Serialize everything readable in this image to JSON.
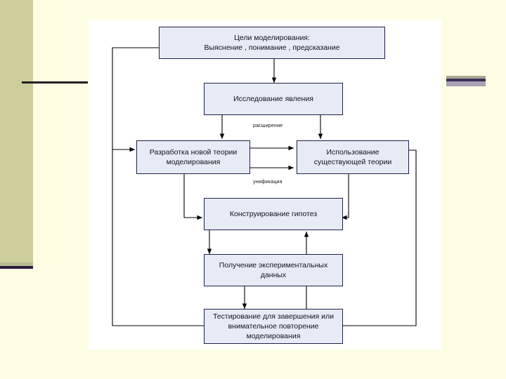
{
  "slide": {
    "background_color": "#fdfde4",
    "sidebar_color": "#cdce9b",
    "rule_color": "#231f20",
    "panel_color": "#ffffff",
    "accent_bar_colors": [
      "#a9a995",
      "#3c3057",
      "#a6a2b5"
    ]
  },
  "diagram": {
    "type": "flowchart",
    "node_fill": "#e6ebf5",
    "node_border": "#20204a",
    "nodes": [
      {
        "id": "goals",
        "label": "Цели моделирования:\nВыяснение , понимание , предсказание"
      },
      {
        "id": "study",
        "label": "Исследование явления"
      },
      {
        "id": "new_theory",
        "label": "Разработка новой теории\nмоделирования"
      },
      {
        "id": "used_theory",
        "label": "Использование\nсуществующей теории"
      },
      {
        "id": "hypotheses",
        "label": "Конструирование гипотез"
      },
      {
        "id": "experiment",
        "label": "Получение экспериментальных\nданных"
      },
      {
        "id": "testing",
        "label": "Тестирование для завершения или\nвнимательное повторение\nмоделирования"
      }
    ],
    "edge_labels": [
      {
        "id": "expansion",
        "label": "расширение"
      },
      {
        "id": "unification",
        "label": "унификация"
      }
    ]
  }
}
